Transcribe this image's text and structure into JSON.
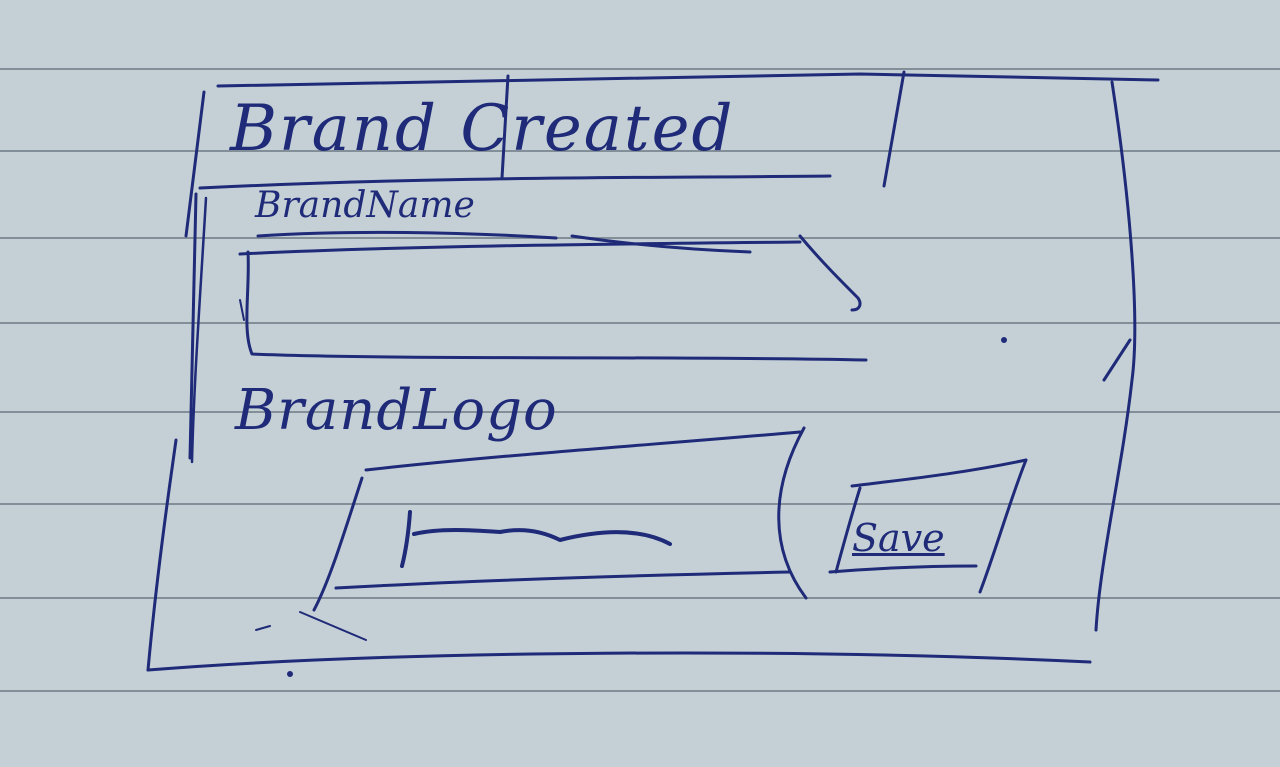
{
  "form": {
    "title": "Brand Created",
    "name_label": "BrandName",
    "logo_label": "BrandLogo",
    "save_label": "Save"
  },
  "colors": {
    "ink": "#1f2a78",
    "paper": "#c4d0d6",
    "rule_line": "#4e5a66"
  }
}
